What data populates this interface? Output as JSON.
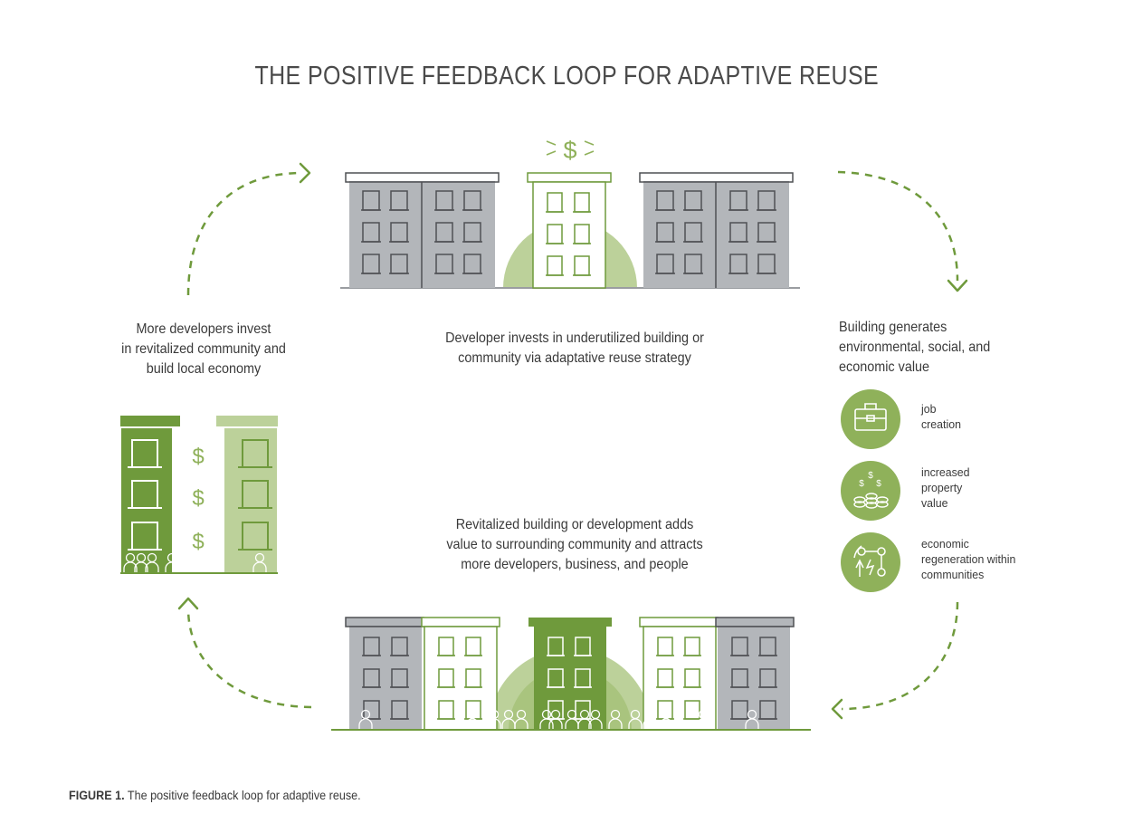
{
  "title": "THE POSITIVE FEEDBACK LOOP FOR ADAPTIVE REUSE",
  "stages": {
    "top": "Developer invests in underutilized building or community via adaptative reuse strategy",
    "right": "Building generates environmental, social, and economic value",
    "bottom": "Revitalized building or development adds value to surrounding community and attracts more developers, business, and people",
    "left": "More developers invest in revitalized community and build local economy"
  },
  "stage_lines": {
    "top": [
      "Developer invests in underutilized building or",
      "community via adaptative reuse strategy"
    ],
    "right": [
      "Building generates",
      "environmental, social, and",
      "economic value"
    ],
    "bottom": [
      "Revitalized building or development adds",
      "value to surrounding community and attracts",
      "more developers, business, and people"
    ],
    "left": [
      "More developers invest",
      "in revitalized community and",
      "build local economy"
    ]
  },
  "benefits": [
    {
      "icon": "briefcase-icon",
      "lines": [
        "job",
        "creation"
      ]
    },
    {
      "icon": "coins-icon",
      "lines": [
        "increased",
        "property",
        "value"
      ]
    },
    {
      "icon": "network-icon",
      "lines": [
        "economic",
        "regeneration within",
        "communities"
      ]
    }
  ],
  "dollar_sign": "$",
  "figure_caption": {
    "label": "FIGURE 1.",
    "text": " The positive feedback loop for adaptive reuse."
  },
  "colors": {
    "green_dark": "#6f9a3c",
    "green_mid": "#8fb15a",
    "green_light": "#bcd19a",
    "gray_building": "#b3b6ba",
    "outline": "#4f5054",
    "text": "#3a3a3a"
  }
}
